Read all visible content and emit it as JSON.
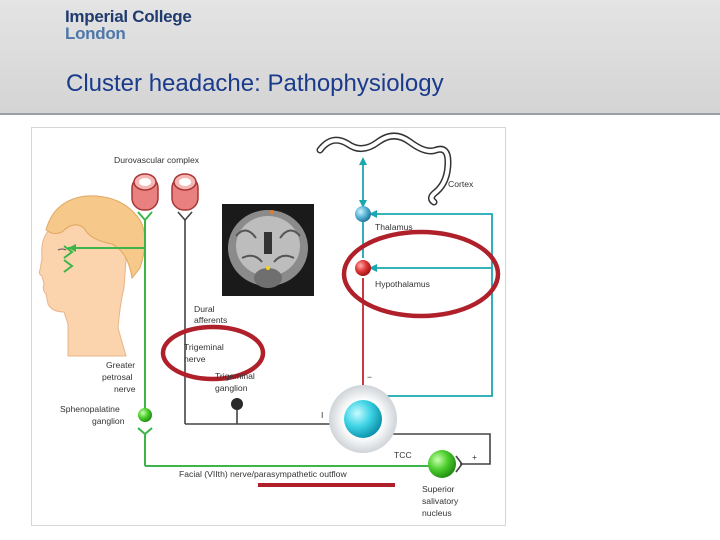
{
  "header": {
    "logo_line1": "Imperial College",
    "logo_line2": "London",
    "title": "Cluster headache: Pathophysiology"
  },
  "diagram": {
    "labels": {
      "durovascular": "Durovascular complex",
      "cortex": "Cortex",
      "thalamus": "Thalamus",
      "hypothalamus": "Hypothalamus",
      "dural_1": "Dural",
      "dural_2": "afferents",
      "trigeminal_nerve_1": "Trigeminal",
      "trigeminal_nerve_2": "nerve",
      "trigeminal_ganglion_1": "Trigeminal",
      "trigeminal_ganglion_2": "ganglion",
      "greater_1": "Greater",
      "greater_2": "petrosal",
      "greater_3": "nerve",
      "spheno_1": "Sphenopalatine",
      "spheno_2": "ganglion",
      "tcc": "TCC",
      "facial": "Facial (VIIth) nerve/parasympathetic outflow",
      "ssn_1": "Superior",
      "ssn_2": "salivatory",
      "ssn_3": "nucleus",
      "minus": "−",
      "plus": "+"
    },
    "colors": {
      "green_pathway": "#3db54a",
      "teal_pathway": "#1aa7b0",
      "red_pathway": "#c0262c",
      "annotation": "#b0202a",
      "skin": "#fbd3ad",
      "hair": "#f6c88a"
    }
  }
}
